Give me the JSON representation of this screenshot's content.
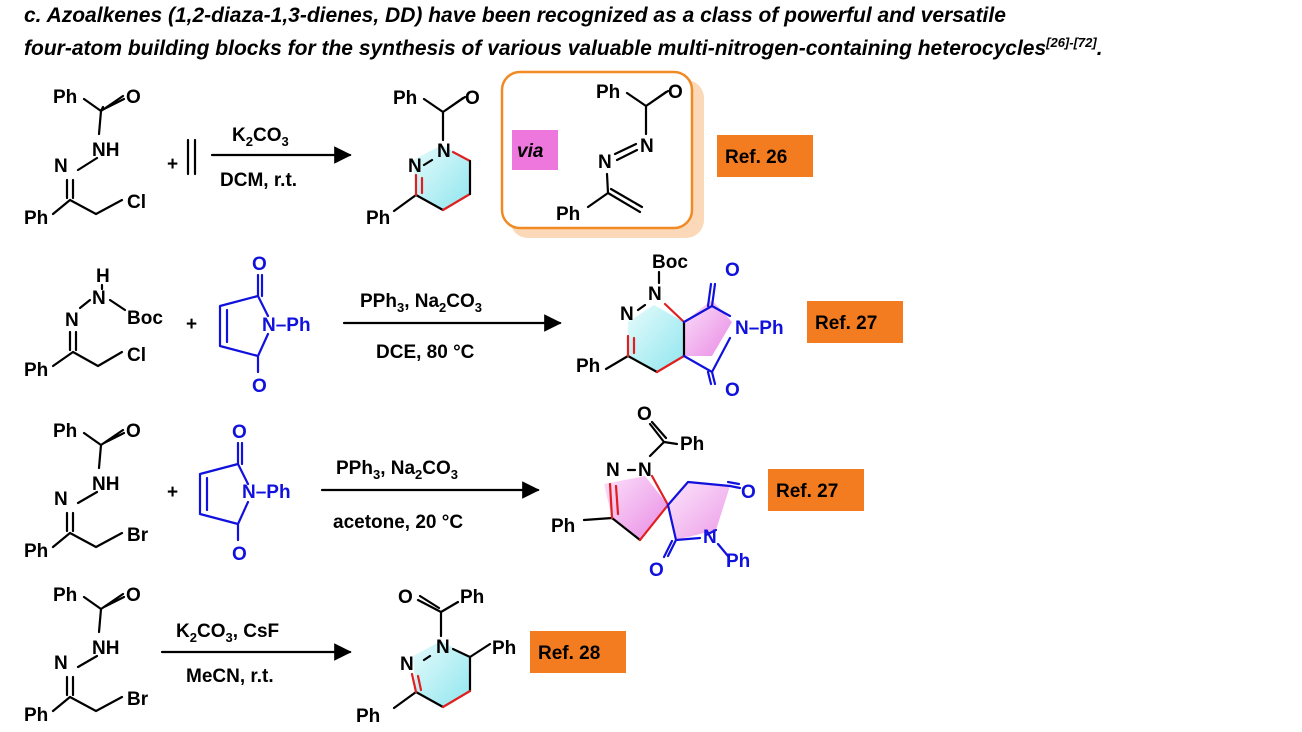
{
  "heading": {
    "line1": "c. Azoalkenes (1,2-diaza-1,3-dienes, DD) have been recognized as a class of powerful and versatile",
    "line2": "four-atom building blocks for the synthesis of various valuable multi-nitrogen-containing heterocycles",
    "line2_sup": "[26]-[72]",
    "line2_end": "."
  },
  "atoms": {
    "ph": "Ph",
    "o": "O",
    "nh": "NH",
    "n": "N",
    "h": "H",
    "boc": "Boc",
    "cl": "Cl",
    "br": "Br",
    "n_ph": "N–Ph",
    "plus": "+"
  },
  "reactions": [
    {
      "conditions_top": "K2CO3",
      "conditions_bottom": "DCM, r.t.",
      "ref": "Ref. 26",
      "via_label": "via"
    },
    {
      "conditions_top": "PPh3, Na2CO3",
      "conditions_bottom": "DCE, 80 °C",
      "ref": "Ref. 27"
    },
    {
      "conditions_top": "PPh3, Na2CO3",
      "conditions_bottom": "acetone, 20 °C",
      "ref": "Ref. 27"
    },
    {
      "conditions_top": "K2CO3, CsF",
      "conditions_bottom": "MeCN, r.t.",
      "ref": "Ref. 28"
    }
  ],
  "colors": {
    "ref_box": "#f47c20",
    "via_box": "#ee77dd",
    "via_frame": "#f08a24",
    "ring_cyan": "#bff3f6",
    "ring_pink": "#f3a9f0",
    "maleimide_blue": "#1111dd",
    "new_bond_red": "#e02020"
  }
}
